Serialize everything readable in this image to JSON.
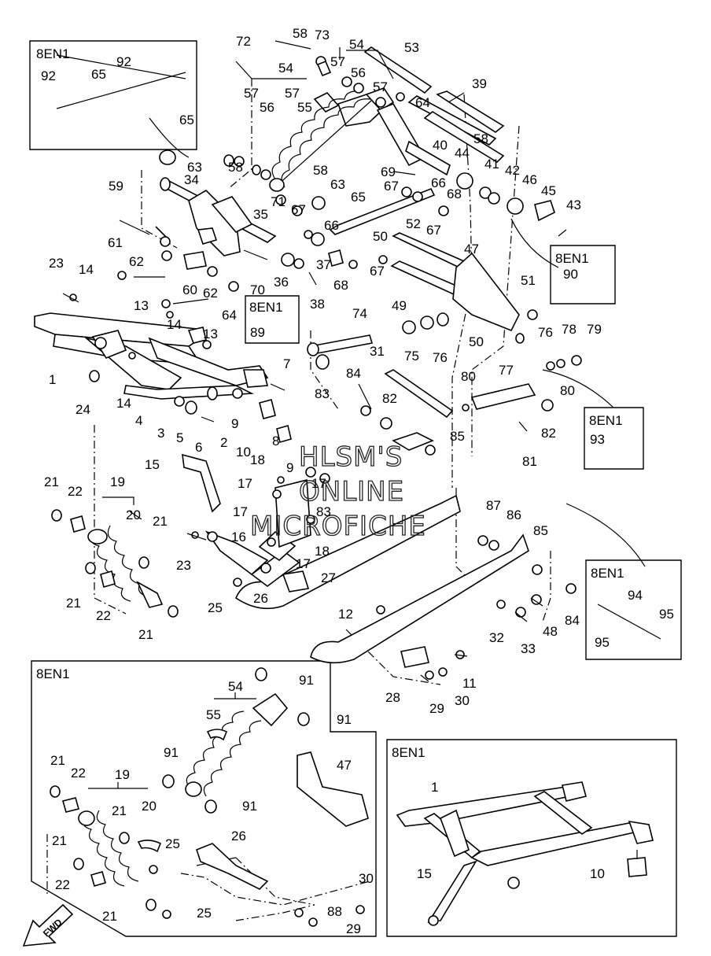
{
  "watermark": {
    "line1": "HLSM'S",
    "line2": "ONLINE",
    "line3": "MICROFICHE"
  },
  "fwd_label": "FWD",
  "inset_code": "8EN1",
  "callouts": [
    {
      "id": "c72",
      "label": "72"
    },
    {
      "id": "c58a",
      "label": "58"
    },
    {
      "id": "c73",
      "label": "73"
    },
    {
      "id": "c54a",
      "label": "54"
    },
    {
      "id": "c53",
      "label": "53"
    },
    {
      "id": "c57a",
      "label": "57"
    },
    {
      "id": "c56a",
      "label": "56"
    },
    {
      "id": "c57b",
      "label": "57"
    },
    {
      "id": "c54b",
      "label": "54"
    },
    {
      "id": "c39",
      "label": "39"
    },
    {
      "id": "c64a",
      "label": "64"
    },
    {
      "id": "c57c",
      "label": "57"
    },
    {
      "id": "c56b",
      "label": "56"
    },
    {
      "id": "c57d",
      "label": "57"
    },
    {
      "id": "c55a",
      "label": "55"
    },
    {
      "id": "c58b",
      "label": "58"
    },
    {
      "id": "c40",
      "label": "40"
    },
    {
      "id": "c44",
      "label": "44"
    },
    {
      "id": "c65a",
      "label": "65"
    },
    {
      "id": "c63a",
      "label": "63"
    },
    {
      "id": "c58c",
      "label": "58"
    },
    {
      "id": "c69",
      "label": "69"
    },
    {
      "id": "c41",
      "label": "41"
    },
    {
      "id": "c42",
      "label": "42"
    },
    {
      "id": "c46",
      "label": "46"
    },
    {
      "id": "c45",
      "label": "45"
    },
    {
      "id": "c34",
      "label": "34"
    },
    {
      "id": "c58d",
      "label": "58"
    },
    {
      "id": "c63b",
      "label": "63"
    },
    {
      "id": "c66a",
      "label": "66"
    },
    {
      "id": "c68a",
      "label": "68"
    },
    {
      "id": "c43",
      "label": "43"
    },
    {
      "id": "c59",
      "label": "59"
    },
    {
      "id": "c71",
      "label": "71"
    },
    {
      "id": "c67a",
      "label": "67"
    },
    {
      "id": "c67b",
      "label": "67"
    },
    {
      "id": "c65b",
      "label": "65"
    },
    {
      "id": "c35",
      "label": "35"
    },
    {
      "id": "c66b",
      "label": "66"
    },
    {
      "id": "c67c",
      "label": "67"
    },
    {
      "id": "c52",
      "label": "52"
    },
    {
      "id": "c61",
      "label": "61"
    },
    {
      "id": "c50a",
      "label": "50"
    },
    {
      "id": "c47a",
      "label": "47"
    },
    {
      "id": "c62a",
      "label": "62"
    },
    {
      "id": "c37",
      "label": "37"
    },
    {
      "id": "c67d",
      "label": "67"
    },
    {
      "id": "c23a",
      "label": "23"
    },
    {
      "id": "c14a",
      "label": "14"
    },
    {
      "id": "c60",
      "label": "60"
    },
    {
      "id": "c62b",
      "label": "62"
    },
    {
      "id": "c70",
      "label": "70"
    },
    {
      "id": "c36",
      "label": "36"
    },
    {
      "id": "c68b",
      "label": "68"
    },
    {
      "id": "c51",
      "label": "51"
    },
    {
      "id": "c13a",
      "label": "13"
    },
    {
      "id": "c38",
      "label": "38"
    },
    {
      "id": "c49",
      "label": "49"
    },
    {
      "id": "c64b",
      "label": "64"
    },
    {
      "id": "c14b",
      "label": "14"
    },
    {
      "id": "c13b",
      "label": "13"
    },
    {
      "id": "c74",
      "label": "74"
    },
    {
      "id": "c76a",
      "label": "76"
    },
    {
      "id": "c78",
      "label": "78"
    },
    {
      "id": "c79",
      "label": "79"
    },
    {
      "id": "c75",
      "label": "75"
    },
    {
      "id": "c76b",
      "label": "76"
    },
    {
      "id": "c50b",
      "label": "50"
    },
    {
      "id": "c31",
      "label": "31"
    },
    {
      "id": "c77",
      "label": "77"
    },
    {
      "id": "c1a",
      "label": "1"
    },
    {
      "id": "c7",
      "label": "7"
    },
    {
      "id": "c83a",
      "label": "83"
    },
    {
      "id": "c80a",
      "label": "80"
    },
    {
      "id": "c80b",
      "label": "80"
    },
    {
      "id": "c84a",
      "label": "84"
    },
    {
      "id": "c24",
      "label": "24"
    },
    {
      "id": "c14c",
      "label": "14"
    },
    {
      "id": "c82a",
      "label": "82"
    },
    {
      "id": "c4",
      "label": "4"
    },
    {
      "id": "c3",
      "label": "3"
    },
    {
      "id": "c9a",
      "label": "9"
    },
    {
      "id": "c2",
      "label": "2"
    },
    {
      "id": "c82b",
      "label": "82"
    },
    {
      "id": "c93",
      "label": "93"
    },
    {
      "id": "c5",
      "label": "5"
    },
    {
      "id": "c6",
      "label": "6"
    },
    {
      "id": "c10a",
      "label": "10"
    },
    {
      "id": "c8",
      "label": "8"
    },
    {
      "id": "c85a",
      "label": "85"
    },
    {
      "id": "c81",
      "label": "81"
    },
    {
      "id": "c9b",
      "label": "9"
    },
    {
      "id": "c18a",
      "label": "18"
    },
    {
      "id": "c15a",
      "label": "15"
    },
    {
      "id": "c17a",
      "label": "17"
    },
    {
      "id": "c17b",
      "label": "17"
    },
    {
      "id": "c21a",
      "label": "21"
    },
    {
      "id": "c22a",
      "label": "22"
    },
    {
      "id": "c19a",
      "label": "19"
    },
    {
      "id": "c20a",
      "label": "20"
    },
    {
      "id": "c17c",
      "label": "17"
    },
    {
      "id": "c83b",
      "label": "83"
    },
    {
      "id": "c87",
      "label": "87"
    },
    {
      "id": "c86",
      "label": "86"
    },
    {
      "id": "c21b",
      "label": "21"
    },
    {
      "id": "c16",
      "label": "16"
    },
    {
      "id": "c18b",
      "label": "18"
    },
    {
      "id": "c85b",
      "label": "85"
    },
    {
      "id": "c23b",
      "label": "23"
    },
    {
      "id": "c17d",
      "label": "17"
    },
    {
      "id": "c27",
      "label": "27"
    },
    {
      "id": "c21c",
      "label": "21"
    },
    {
      "id": "c22b",
      "label": "22"
    },
    {
      "id": "c26a",
      "label": "26"
    },
    {
      "id": "c25a",
      "label": "25"
    },
    {
      "id": "c12",
      "label": "12"
    },
    {
      "id": "c94",
      "label": "94"
    },
    {
      "id": "c95a",
      "label": "95"
    },
    {
      "id": "c48",
      "label": "48"
    },
    {
      "id": "c84b",
      "label": "84"
    },
    {
      "id": "c32",
      "label": "32"
    },
    {
      "id": "c33",
      "label": "33"
    },
    {
      "id": "c95b",
      "label": "95"
    },
    {
      "id": "c21d",
      "label": "21"
    },
    {
      "id": "c11",
      "label": "11"
    },
    {
      "id": "c91a",
      "label": "91"
    },
    {
      "id": "c30a",
      "label": "30"
    },
    {
      "id": "c28",
      "label": "28"
    },
    {
      "id": "c29a",
      "label": "29"
    },
    {
      "id": "c54c",
      "label": "54"
    },
    {
      "id": "c91b",
      "label": "91"
    },
    {
      "id": "c55b",
      "label": "55"
    },
    {
      "id": "c47b",
      "label": "47"
    },
    {
      "id": "c1b",
      "label": "1"
    },
    {
      "id": "c91c",
      "label": "91"
    },
    {
      "id": "c21e",
      "label": "21"
    },
    {
      "id": "c22c",
      "label": "22"
    },
    {
      "id": "c19b",
      "label": "19"
    },
    {
      "id": "c20b",
      "label": "20"
    },
    {
      "id": "c91d",
      "label": "91"
    },
    {
      "id": "c21f",
      "label": "21"
    },
    {
      "id": "c21g",
      "label": "21"
    },
    {
      "id": "c26b",
      "label": "26"
    },
    {
      "id": "c25b",
      "label": "25"
    },
    {
      "id": "c15b",
      "label": "15"
    },
    {
      "id": "c10b",
      "label": "10"
    },
    {
      "id": "c22d",
      "label": "22"
    },
    {
      "id": "c30b",
      "label": "30"
    },
    {
      "id": "c21h",
      "label": "21"
    },
    {
      "id": "c25c",
      "label": "25"
    },
    {
      "id": "c88",
      "label": "88"
    },
    {
      "id": "c29b",
      "label": "29"
    },
    {
      "id": "c92a",
      "label": "92"
    },
    {
      "id": "c92b",
      "label": "92"
    },
    {
      "id": "c65c",
      "label": "65"
    },
    {
      "id": "c90",
      "label": "90"
    },
    {
      "id": "c89",
      "label": "89"
    }
  ]
}
